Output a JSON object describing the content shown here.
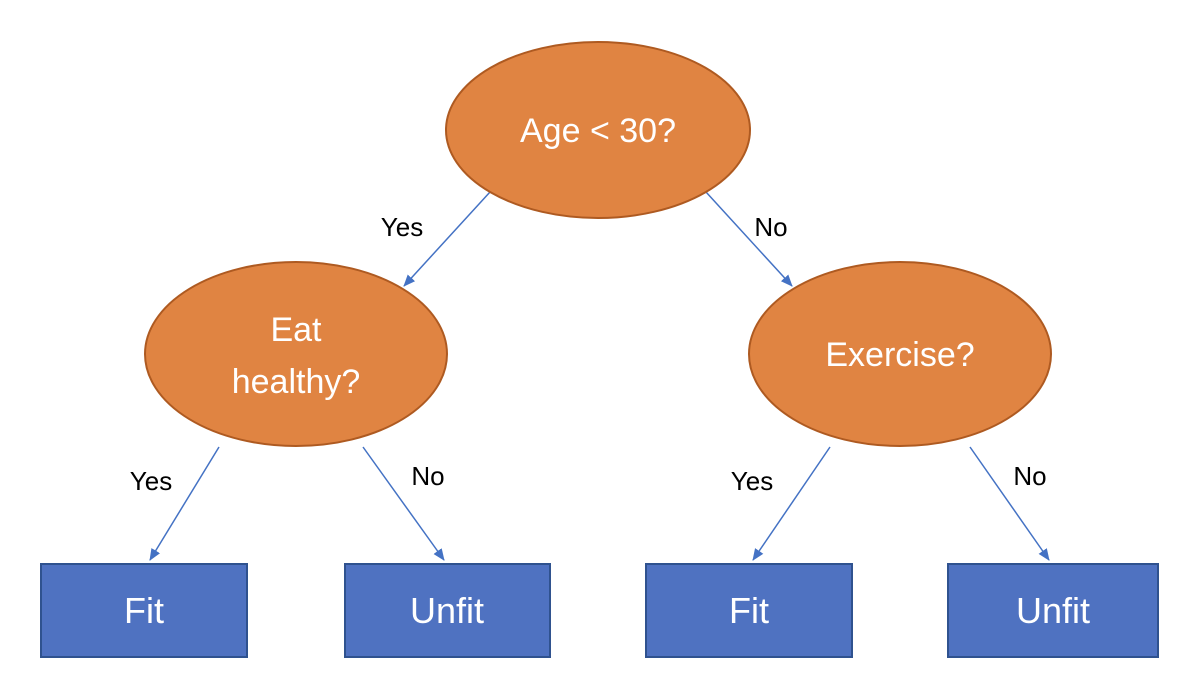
{
  "colors": {
    "decision_fill": "#E08442",
    "decision_stroke": "#AE5A21",
    "leaf_fill": "#4F72C1",
    "leaf_stroke": "#2F528F",
    "edge": "#4472C4"
  },
  "nodes": {
    "root": {
      "label": "Age < 30?"
    },
    "eat": {
      "label_line1": "Eat",
      "label_line2": "healthy?"
    },
    "exercise": {
      "label": "Exercise?"
    },
    "leaf1": {
      "label": "Fit"
    },
    "leaf2": {
      "label": "Unfit"
    },
    "leaf3": {
      "label": "Fit"
    },
    "leaf4": {
      "label": "Unfit"
    }
  },
  "edges": {
    "root_eat": "Yes",
    "root_exercise": "No",
    "eat_leaf1": "Yes",
    "eat_leaf2": "No",
    "exercise_leaf3": "Yes",
    "exercise_leaf4": "No"
  }
}
